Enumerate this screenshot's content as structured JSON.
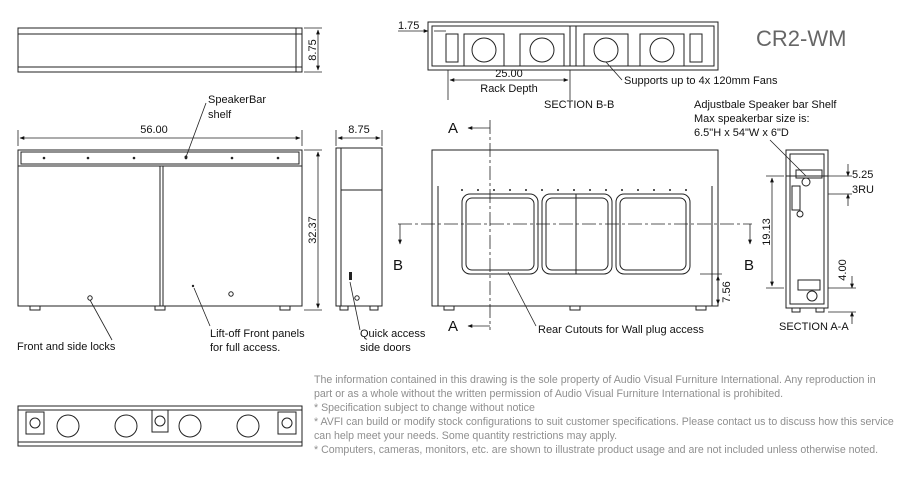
{
  "title": "CR2-WM",
  "dimensions": {
    "top_height": "8.75",
    "width": "56.00",
    "side_depth": "8.75",
    "height": "32.37",
    "wall_offset": "1.75",
    "rack_depth_value": "25.00",
    "rack_depth_label": "Rack Depth",
    "shelf_height": "5.25",
    "shelf_ru": "3RU",
    "section_height": "19.13",
    "bottom_value": "4.00",
    "cutout_height": "7.56"
  },
  "labels": {
    "section_bb": "SECTION B-B",
    "section_aa": "SECTION A-A",
    "fans": "Supports up to 4x 120mm Fans",
    "speakerbar_l1": "SpeakerBar",
    "speakerbar_l2": "shelf",
    "shelf_note_l1": "Adjustbale Speaker bar Shelf",
    "shelf_note_l2": "Max speakerbar size is:",
    "shelf_note_l3": "6.5\"H x 54\"W x 6\"D",
    "locks": "Front and side locks",
    "panels_l1": "Lift-off Front panels",
    "panels_l2": "for full access.",
    "doors_l1": "Quick access",
    "doors_l2": "side doors",
    "cutouts": "Rear Cutouts for Wall plug access",
    "marker_a": "A",
    "marker_b": "B"
  },
  "disclaimer": [
    "The information contained in this drawing is the sole property of Audio Visual Furniture International. Any reproduction in part or as a whole without the written permission of Audio Visual Furniture International is prohibited.",
    "* Specification subject to change without notice",
    "* AVFI can build or modify stock configurations to suit customer specifications. Please contact us to discuss how this service can help meet your needs. Some quantity restrictions may apply.",
    "* Computers, cameras, monitors, etc. are shown to illustrate product usage and are not included unless otherwise noted."
  ]
}
